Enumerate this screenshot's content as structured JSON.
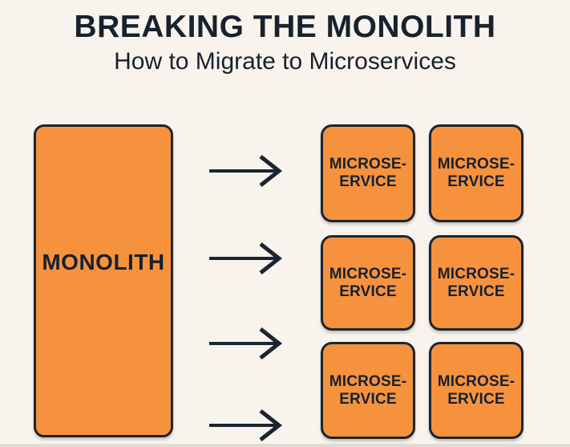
{
  "page": {
    "title": "BREAKING THE MONOLITH",
    "subtitle": "How to Migrate to Microservices"
  },
  "monolith": {
    "label": "MONOLITH"
  },
  "microservices": [
    {
      "label": "MICROSE-\nERVICE"
    },
    {
      "label": "MICROSE-\nERVICE"
    },
    {
      "label": "MICROSE-\nERVICE"
    },
    {
      "label": "MICROSE-\nERVICE"
    },
    {
      "label": "MICROSE-\nERVICE"
    },
    {
      "label": "MICROSE-\nERVICE"
    }
  ],
  "arrows": {
    "count": 4,
    "glyph": "right-arrow"
  },
  "colors": {
    "background": "#F8F4ED",
    "box_fill": "#F6923E",
    "box_border": "#1B2531",
    "text_dark": "#18212D"
  }
}
